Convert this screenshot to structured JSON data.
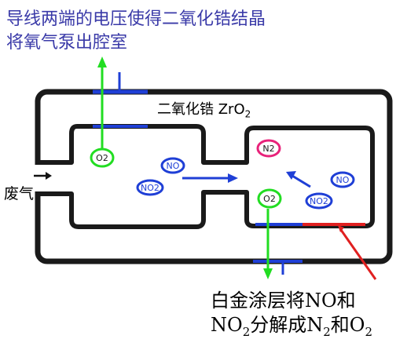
{
  "top_caption": [
    "导线两端的电压使得二氧化锆结晶",
    "将氧气泵出腔室"
  ],
  "exhaust_label": "废气",
  "outer_label": {
    "main": "二氧化锆 ZrO",
    "sub": "2"
  },
  "bottom_caption": {
    "line1": "白金涂层将NO和",
    "line2_parts": [
      "NO",
      "2",
      "分解成N",
      "2",
      "和O",
      "2"
    ]
  },
  "molecules": {
    "o2_left": "O2",
    "no_left": "NO",
    "no2_left": "NO2",
    "n2_right": "N2",
    "o2_right": "O2",
    "no_right": "NO",
    "no2_right": "NO2"
  },
  "colors": {
    "wall": "#1a1a1a",
    "electrode_blue": "#1f3fd6",
    "arrow_green": "#22dd22",
    "n2_magenta": "#e8227a",
    "platinum_red": "#e02020",
    "text_blue": "#3a3aa8"
  }
}
